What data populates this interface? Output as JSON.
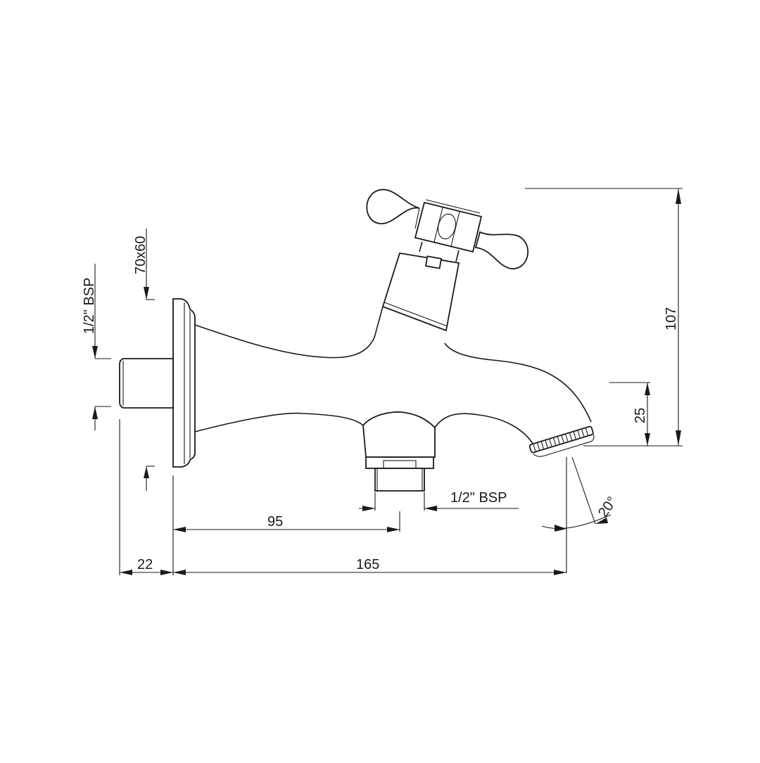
{
  "drawing": {
    "subject": "Wall-mounted bib tap with cross-head handle and bottom outlet",
    "line_color": "#1a1a1a",
    "background": "#ffffff"
  },
  "dimensions": {
    "inlet_thread": "1/2\" BSP",
    "flange_size": "70x60",
    "outlet_thread": "1/2\" BSP",
    "outlet_offset": "95",
    "wall_projection": "22",
    "total_length": "165",
    "total_height": "107",
    "spout_height": "25",
    "spout_angle": "20°"
  }
}
